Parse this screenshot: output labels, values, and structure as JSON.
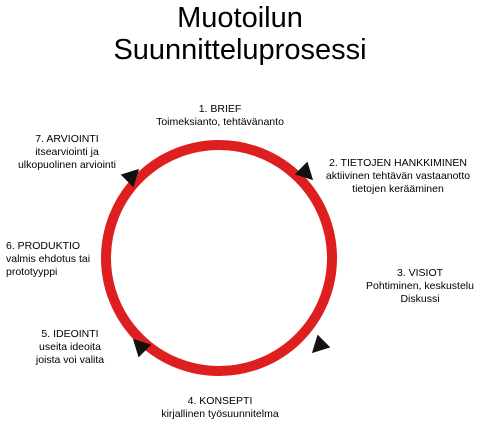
{
  "title": {
    "line1": "Muotoilun",
    "line2": "Suunnitteluprosessi"
  },
  "colors": {
    "ring": "#dd1f1f",
    "arrow": "#111111",
    "text": "#000000"
  },
  "steps": [
    {
      "heading": "1. BRIEF",
      "lines": [
        "Toimeksianto, tehtävänanto"
      ]
    },
    {
      "heading": "2. TIETOJEN HANKKIMINEN",
      "lines": [
        "aktiivinen tehtävän vastaanotto",
        "tietojen kerääminen"
      ]
    },
    {
      "heading": "3. VISIOT",
      "lines": [
        "Pohtiminen, keskustelu",
        "Diskussi"
      ]
    },
    {
      "heading": "4. KONSEPTI",
      "lines": [
        "kirjallinen työsuunnitelma"
      ]
    },
    {
      "heading": "5. IDEOINTI",
      "lines": [
        "useita ideoita",
        "joista voi valita"
      ]
    },
    {
      "heading": "6. PRODUKTIO",
      "lines": [
        "valmis ehdotus tai",
        "prototyyppi"
      ]
    },
    {
      "heading": "7. ARVIOINTI",
      "lines": [
        "itsearviointi ja",
        "ulkopuolinen arviointi"
      ]
    }
  ]
}
